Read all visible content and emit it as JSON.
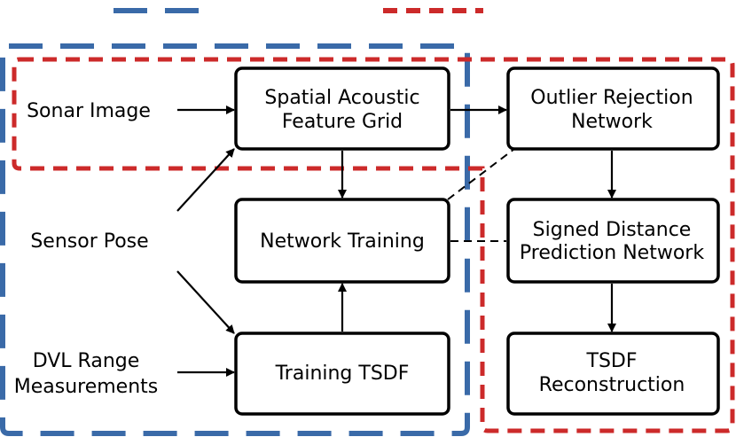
{
  "colors": {
    "blue_group": "#3a6aa8",
    "red_group": "#cc2a2a",
    "box_stroke": "#000000",
    "text": "#000000"
  },
  "inputs": {
    "sonar_image": "Sonar Image",
    "sensor_pose": "Sensor Pose",
    "dvl_line1": "DVL Range",
    "dvl_line2": "Measurements"
  },
  "boxes": {
    "spatial_grid": [
      "Spatial Acoustic",
      "Feature Grid"
    ],
    "network_training": [
      "Network Training"
    ],
    "training_tsdf": [
      "Training TSDF"
    ],
    "outlier_rejection": [
      "Outlier Rejection",
      "Network"
    ],
    "signed_distance": [
      "Signed Distance",
      "Prediction Network"
    ],
    "tsdf_reconstruction": [
      "TSDF",
      "Reconstruction"
    ]
  }
}
